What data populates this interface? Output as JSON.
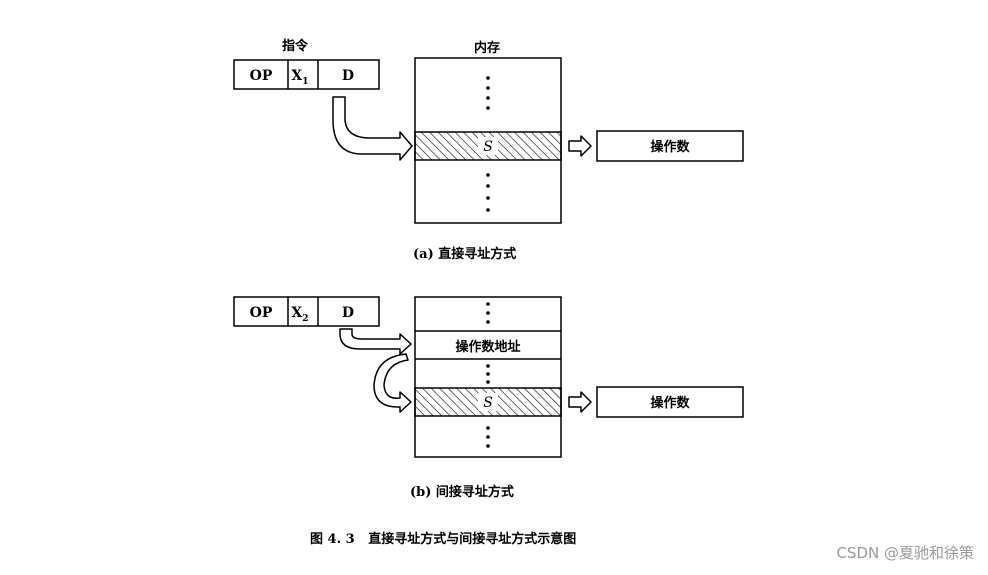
{
  "diagram_a": {
    "instruction_label": "指令",
    "memory_label": "内存",
    "fields": {
      "op": "OP",
      "x": "X",
      "x_sub": "1",
      "d": "D"
    },
    "memory_cell": "S",
    "operand": "操作数",
    "caption": "(a) 直接寻址方式"
  },
  "diagram_b": {
    "fields": {
      "op": "OP",
      "x": "X",
      "x_sub": "2",
      "d": "D"
    },
    "address_cell": "操作数地址",
    "memory_cell": "S",
    "operand": "操作数",
    "caption": "(b) 间接寻址方式"
  },
  "figure_caption": "图 4. 3   直接寻址方式与间接寻址方式示意图",
  "watermark": "CSDN @夏驰和徐策"
}
